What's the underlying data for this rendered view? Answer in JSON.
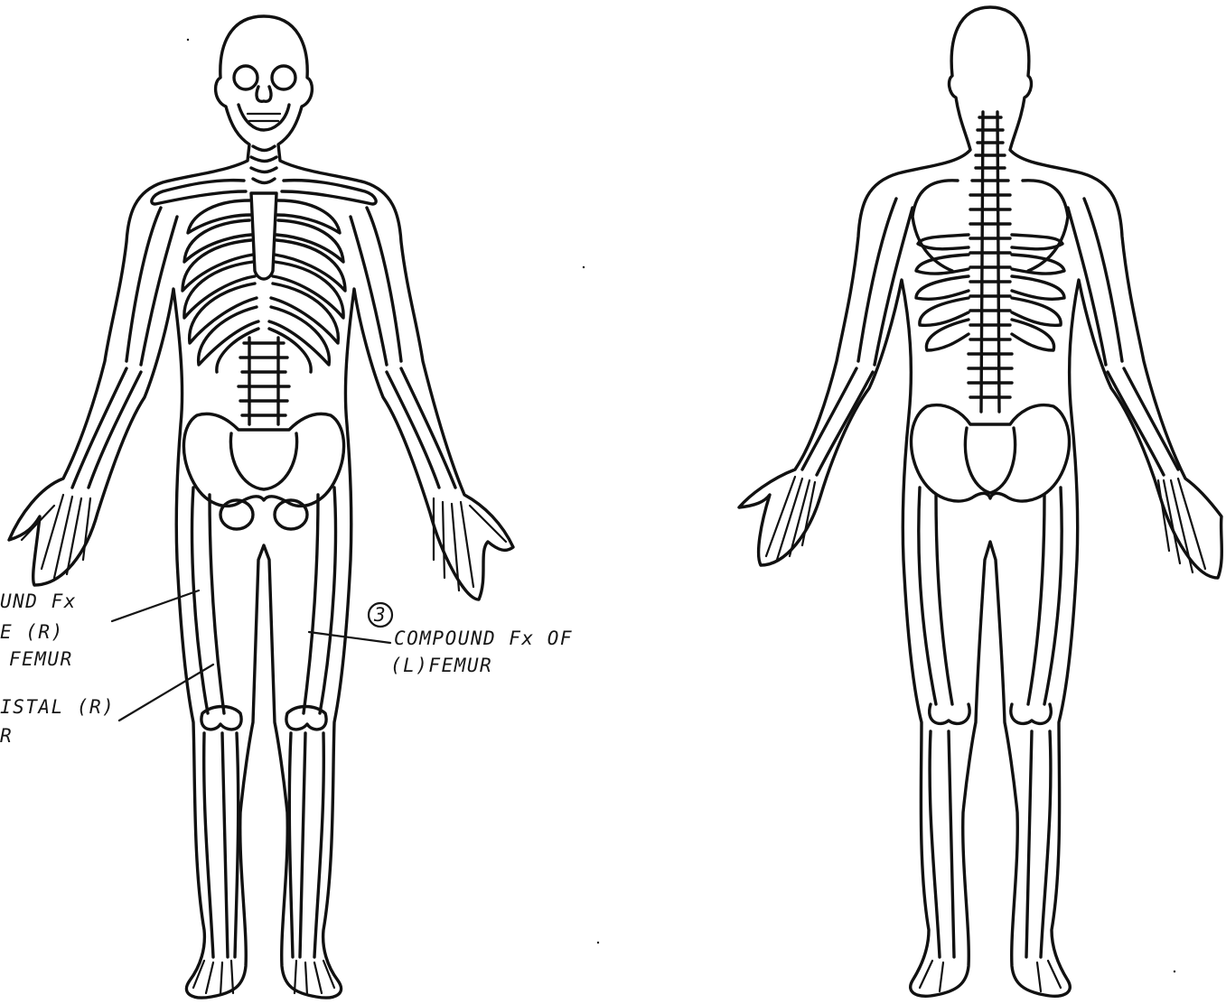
{
  "annotations": {
    "left_note": {
      "line1": "UND Fx",
      "line2": "E (R)",
      "line3": "FEMUR"
    },
    "left_note_2": {
      "line1": "ISTAL (R)",
      "line2": "R"
    },
    "right_note": {
      "number": "3",
      "line1": "COMPOUND Fx OF",
      "line2": "(L)FEMUR"
    }
  },
  "figures": {
    "front_icon": "skeleton-front-view",
    "back_icon": "skeleton-back-view"
  },
  "colors": {
    "ink": "#111111",
    "paper": "#ffffff"
  }
}
